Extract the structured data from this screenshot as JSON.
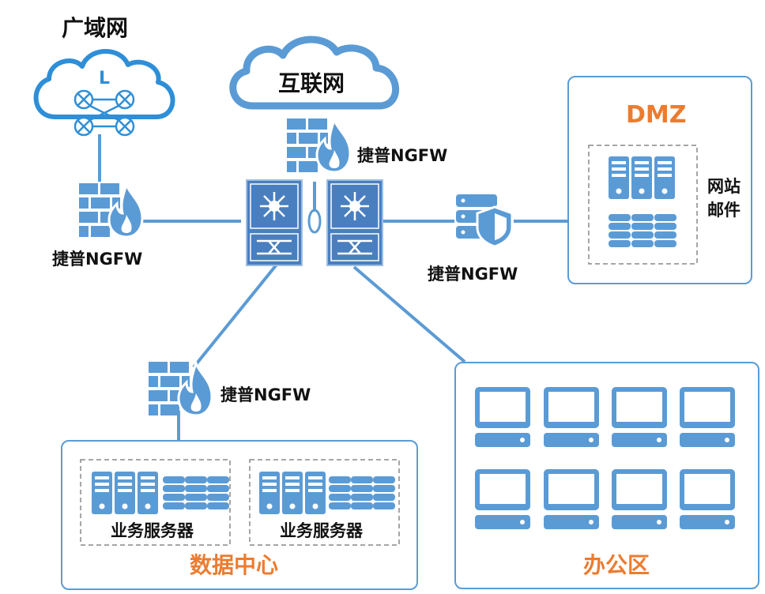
{
  "labels": {
    "wan": "广域网",
    "internet": "互联网",
    "wan_cloud_letter": "L",
    "dmz": "DMZ",
    "dmz_services_line1": "网站",
    "dmz_services_line2": "邮件",
    "datacenter": "数据中心",
    "office": "办公区",
    "server_group_1": "业务服务器",
    "server_group_2": "业务服务器"
  },
  "firewalls": {
    "top": "捷普NGFW",
    "left": "捷普NGFW",
    "right": "捷普NGFW",
    "bottom": "捷普NGFW"
  },
  "colors": {
    "accent_blue": "#5b9bd5",
    "core_fill": "#4a7fbf",
    "highlight_orange": "#ec7c30",
    "wan_cloud": "#2e8fd8",
    "text": "#111111"
  },
  "office_terminals": 8
}
